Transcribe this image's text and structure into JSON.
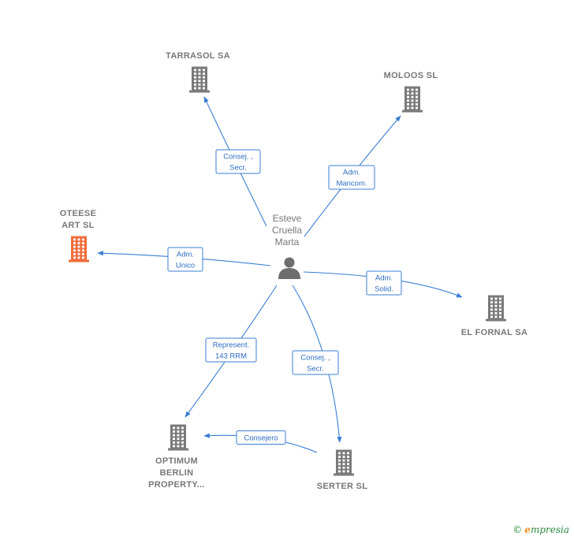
{
  "person": {
    "lines": [
      "Esteve",
      "Cruella",
      "Marta"
    ]
  },
  "companies": [
    {
      "id": "tarrasol",
      "lines": [
        "TARRASOL SA"
      ],
      "highlight": false
    },
    {
      "id": "moloos",
      "lines": [
        "MOLOOS  SL"
      ],
      "highlight": false
    },
    {
      "id": "oteese",
      "lines": [
        "OTEESE",
        "ART  SL"
      ],
      "highlight": true
    },
    {
      "id": "elfornal",
      "lines": [
        "EL FORNAL SA"
      ],
      "highlight": false
    },
    {
      "id": "optimum",
      "lines": [
        "OPTIMUM",
        "BERLIN",
        "PROPERTY..."
      ],
      "highlight": false
    },
    {
      "id": "serter",
      "lines": [
        "SERTER SL"
      ],
      "highlight": false
    }
  ],
  "edges": [
    {
      "from": "person",
      "to": "tarrasol",
      "lines": [
        "Consej. ,",
        "Secr."
      ]
    },
    {
      "from": "person",
      "to": "moloos",
      "lines": [
        "Adm.",
        "Mancom."
      ]
    },
    {
      "from": "person",
      "to": "oteese",
      "lines": [
        "Adm.",
        "Unico"
      ]
    },
    {
      "from": "person",
      "to": "elfornal",
      "lines": [
        "Adm.",
        "Solid."
      ]
    },
    {
      "from": "person",
      "to": "optimum",
      "lines": [
        "Represent.",
        "143 RRM"
      ]
    },
    {
      "from": "person",
      "to": "serter",
      "lines": [
        "Consej. ,",
        "Secr."
      ]
    },
    {
      "from": "serter",
      "to": "optimum",
      "lines": [
        "Consejero"
      ]
    }
  ],
  "colors": {
    "edge": "#3a7fd5",
    "building": "#7a7a7a",
    "highlight": "#f26b3a",
    "person": "#6e6e6e"
  },
  "icons": {
    "company": "building-icon",
    "person": "person-icon"
  },
  "brand": {
    "copyright": "©",
    "initial": "e",
    "rest": "mpresia"
  }
}
